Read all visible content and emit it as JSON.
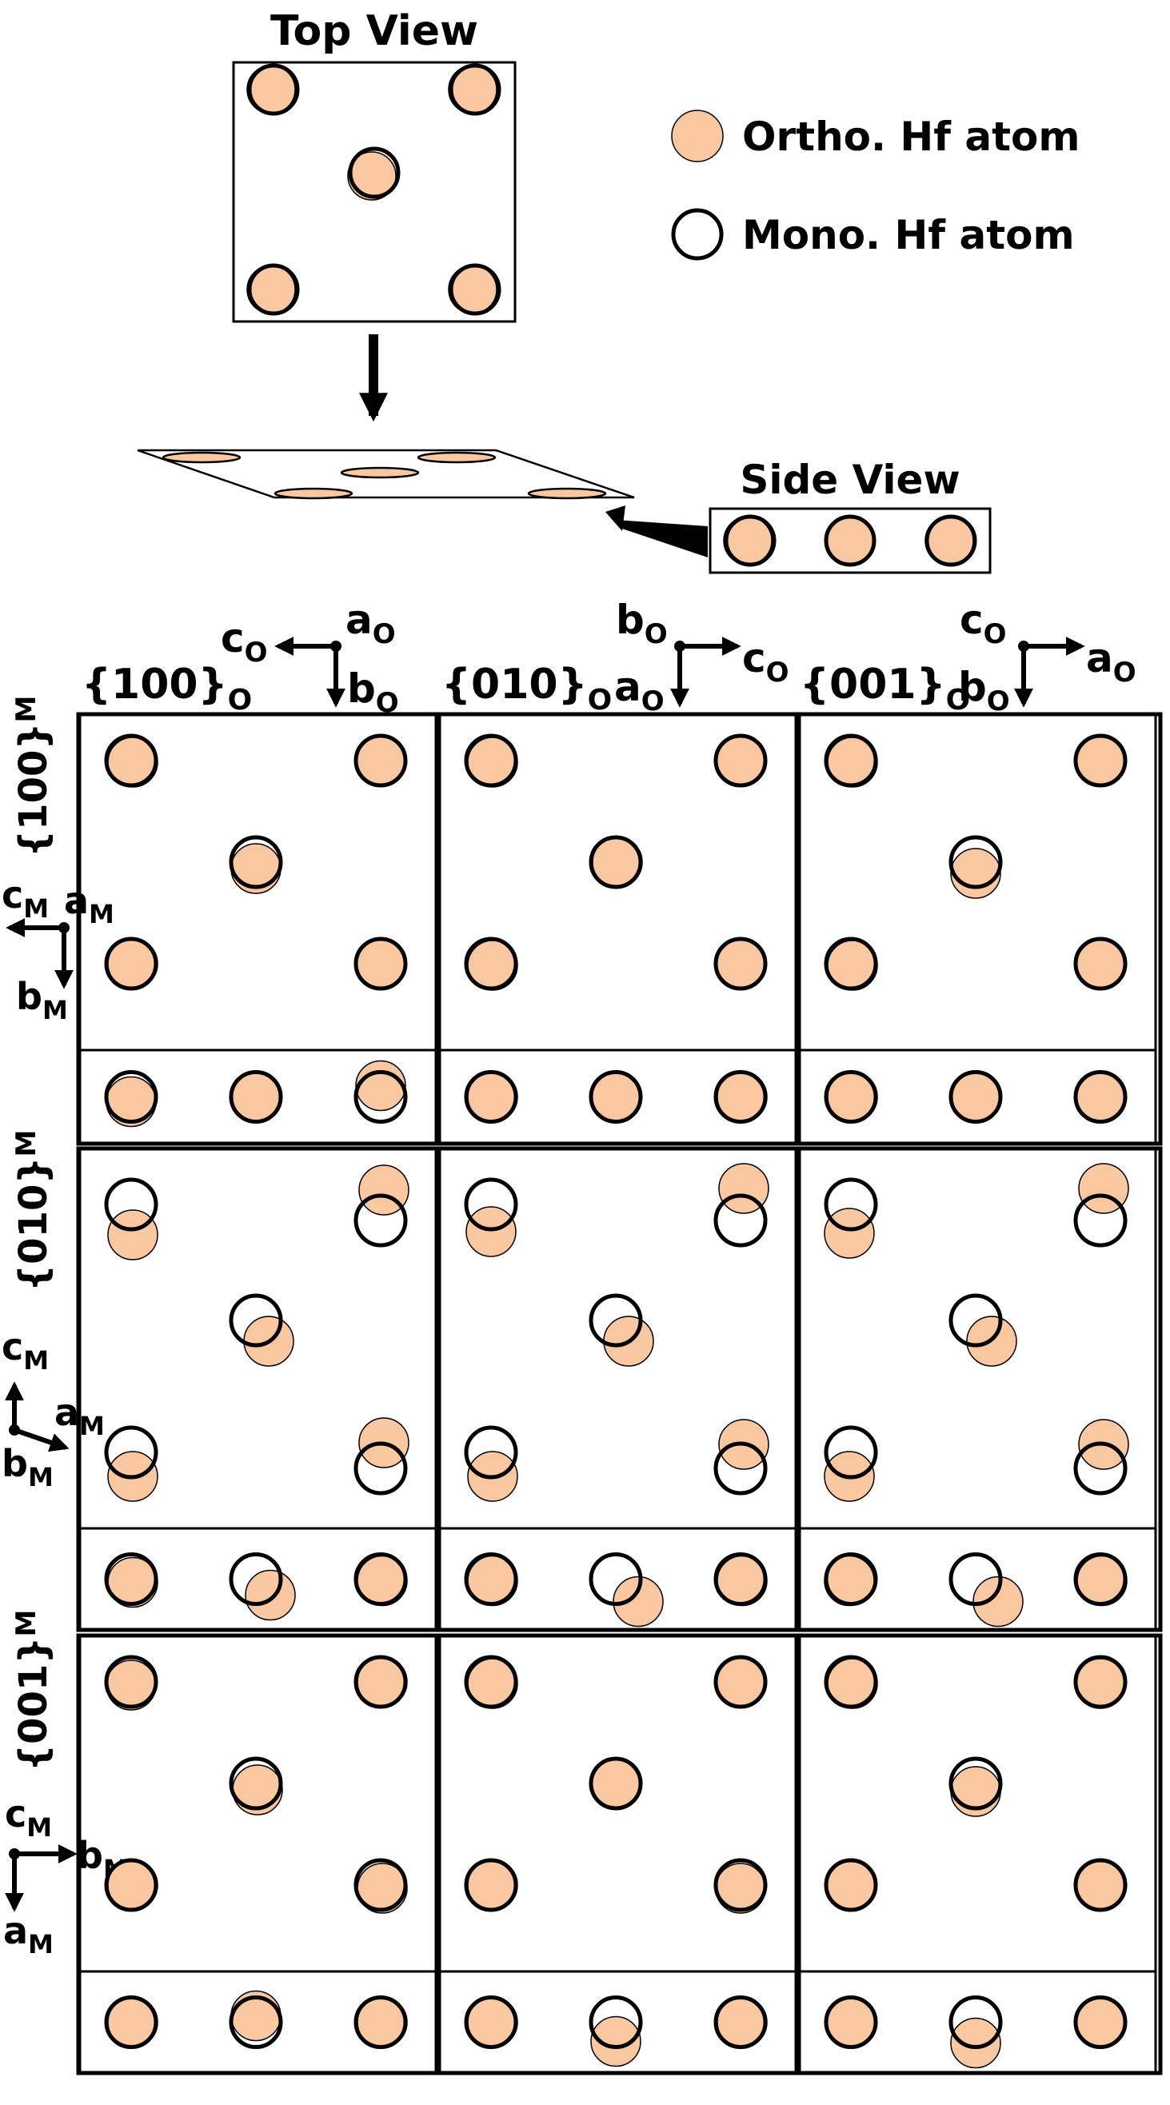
{
  "title_top": "Top View",
  "title_side": "Side View",
  "legend": [
    {
      "label": "Ortho. Hf atom",
      "type": "ortho"
    },
    {
      "label": "Mono. Hf atom",
      "type": "mono"
    }
  ],
  "colors": {
    "ortho_fill": "#FAC8A0",
    "mono_stroke": "#000000",
    "frame": "#000000"
  },
  "columns": [
    {
      "label_main": "{100}",
      "label_sub": "O",
      "axes": [
        {
          "main": "c",
          "sub": "O"
        },
        {
          "main": "a",
          "sub": "O"
        },
        {
          "main": "b",
          "sub": "O"
        }
      ]
    },
    {
      "label_main": "{010}",
      "label_sub": "O",
      "axes": [
        {
          "main": "b",
          "sub": "O"
        },
        {
          "main": "c",
          "sub": "O"
        },
        {
          "main": "a",
          "sub": "O"
        }
      ]
    },
    {
      "label_main": "{001}",
      "label_sub": "O",
      "axes": [
        {
          "main": "c",
          "sub": "O"
        },
        {
          "main": "a",
          "sub": "O"
        },
        {
          "main": "b",
          "sub": "O"
        }
      ]
    }
  ],
  "rows": [
    {
      "label_main": "{100}",
      "label_sub": "M",
      "axes": [
        {
          "main": "c",
          "sub": "M"
        },
        {
          "main": "a",
          "sub": "M"
        },
        {
          "main": "b",
          "sub": "M"
        }
      ]
    },
    {
      "label_main": "{010}",
      "label_sub": "M",
      "axes": [
        {
          "main": "c",
          "sub": "M"
        },
        {
          "main": "a",
          "sub": "M"
        },
        {
          "main": "b",
          "sub": "M"
        }
      ]
    },
    {
      "label_main": "{001}",
      "label_sub": "M",
      "axes": [
        {
          "main": "c",
          "sub": "M"
        },
        {
          "main": "b",
          "sub": "M"
        },
        {
          "main": "a",
          "sub": "M"
        }
      ]
    }
  ]
}
